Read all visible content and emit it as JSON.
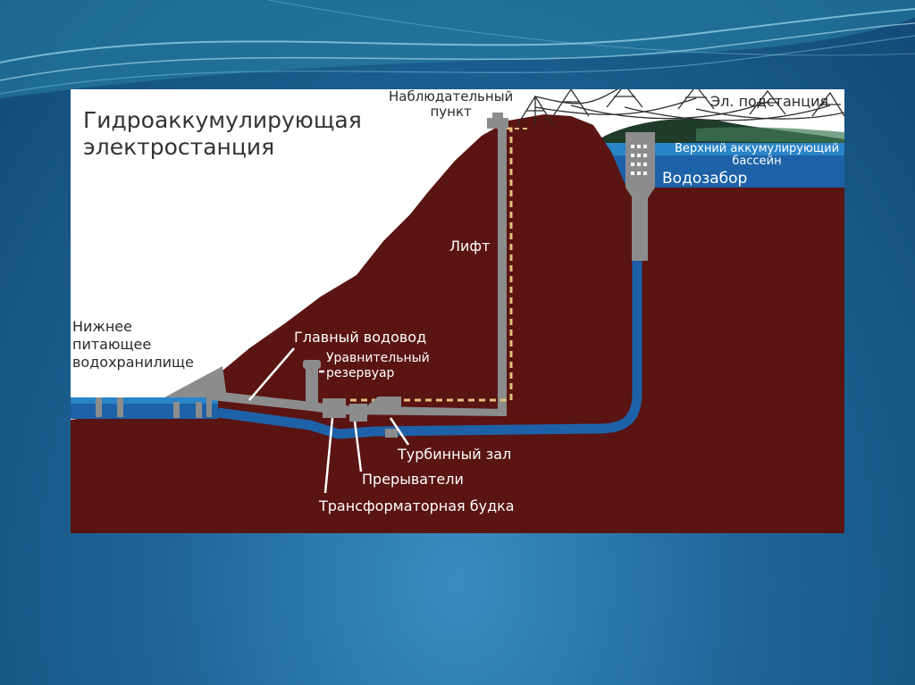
{
  "diagram": {
    "title_line1": "Гидроаккумулирующая",
    "title_line2": "электростанция",
    "labels": {
      "observation_line1": "Наблюдательный",
      "observation_line2": "пункт",
      "substation": "Эл. подстанция",
      "upper_reservoir_line1": "Верхний аккумулирующий",
      "upper_reservoir_line2": "бассейн",
      "water_intake": "Водозабор",
      "elevator": "Лифт",
      "lower_reservoir_line1": "Нижнее",
      "lower_reservoir_line2": "питающее",
      "lower_reservoir_line3": "водохранилище",
      "main_conduit": "Главный водовод",
      "surge_tank_line1": "Уравнительный",
      "surge_tank_line2": "резервуар",
      "turbine_hall": "Турбинный зал",
      "breakers": "Прерыватели",
      "transformer": "Трансформаторная будка"
    },
    "colors": {
      "rock": "#5a1412",
      "water": "#1d62a8",
      "structure": "#8c8c8c",
      "forest": "#1f3b2a",
      "label_text": "#2b2b2b",
      "elevator_path": "#e3c27a"
    }
  }
}
